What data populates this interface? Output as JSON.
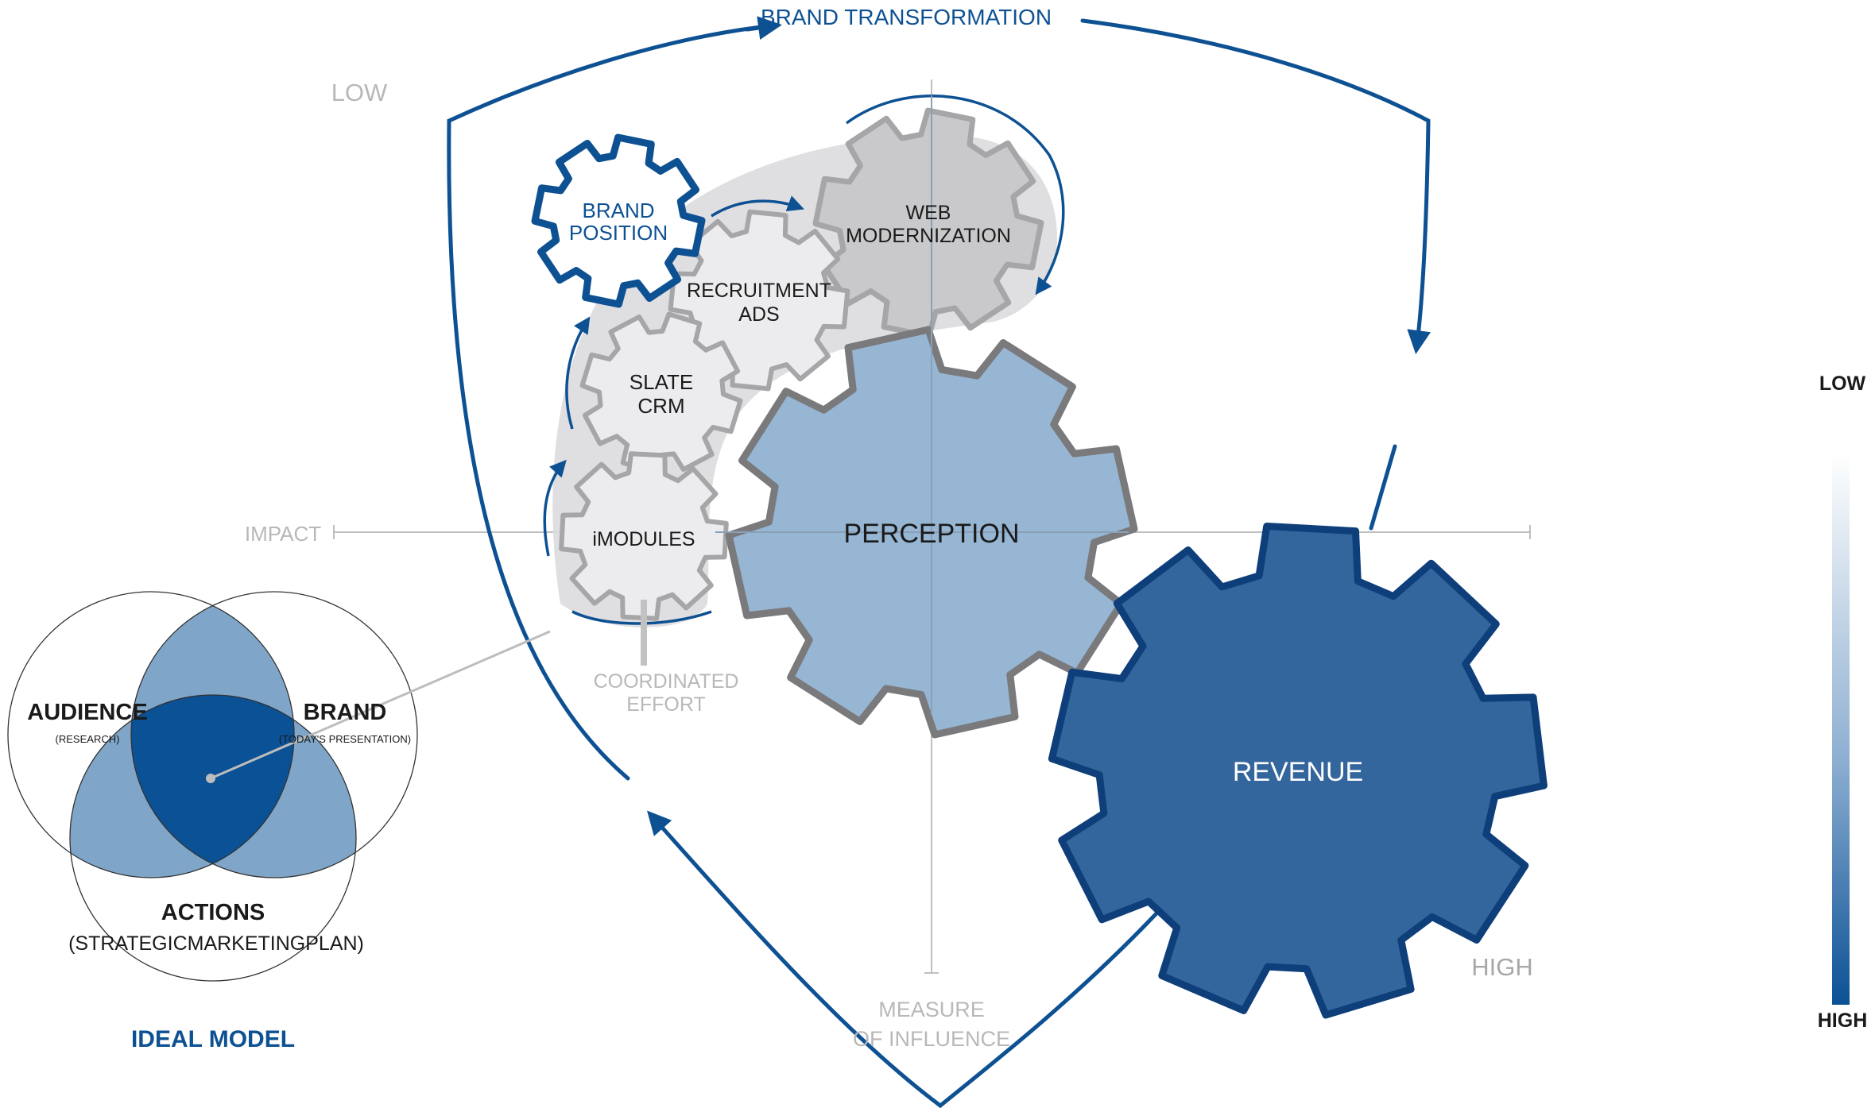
{
  "title": "BRAND TRANSFORMATION",
  "quadrant_labels": {
    "low": "LOW",
    "high": "HIGH"
  },
  "axes": {
    "horizontal": "IMPACT",
    "vertical_line1": "MEASURE",
    "vertical_line2": "OF INFLUENCE"
  },
  "coordinated_effort": {
    "line1": "COORDINATED",
    "line2": "EFFORT"
  },
  "gears": {
    "brand_position": {
      "line1": "BRAND",
      "line2": "POSITION"
    },
    "web_modernization": {
      "line1": "WEB",
      "line2": "MODERNIZATION"
    },
    "recruitment_ads": {
      "line1": "RECRUITMENT",
      "line2": "ADS"
    },
    "slate_crm": {
      "line1": "SLATE",
      "line2": "CRM"
    },
    "imodules": {
      "label": "iMODULES"
    },
    "perception": {
      "label": "PERCEPTION"
    },
    "revenue": {
      "label": "REVENUE"
    }
  },
  "ideal_model": {
    "audience": {
      "label": "AUDIENCE",
      "sub": "(RESEARCH)"
    },
    "brand": {
      "label": "BRAND",
      "sub": "(TODAY'S PRESENTATION)"
    },
    "actions": {
      "label": "ACTIONS",
      "sub": "(STRATEGICMARKETINGPLAN)"
    },
    "caption": "IDEAL MODEL"
  },
  "scale": {
    "low": "LOW",
    "high": "HIGH"
  },
  "colors": {
    "brand_blue": "#0e5193",
    "revenue_fill": "#33669c",
    "perception_fill": "#97b6d4",
    "venn_mid": "#7fa6c9",
    "venn_center": "#0b5195",
    "gear_light": "#ececee",
    "gear_mid": "#c9c9cb",
    "gear_stroke": "#a6a6a8"
  }
}
